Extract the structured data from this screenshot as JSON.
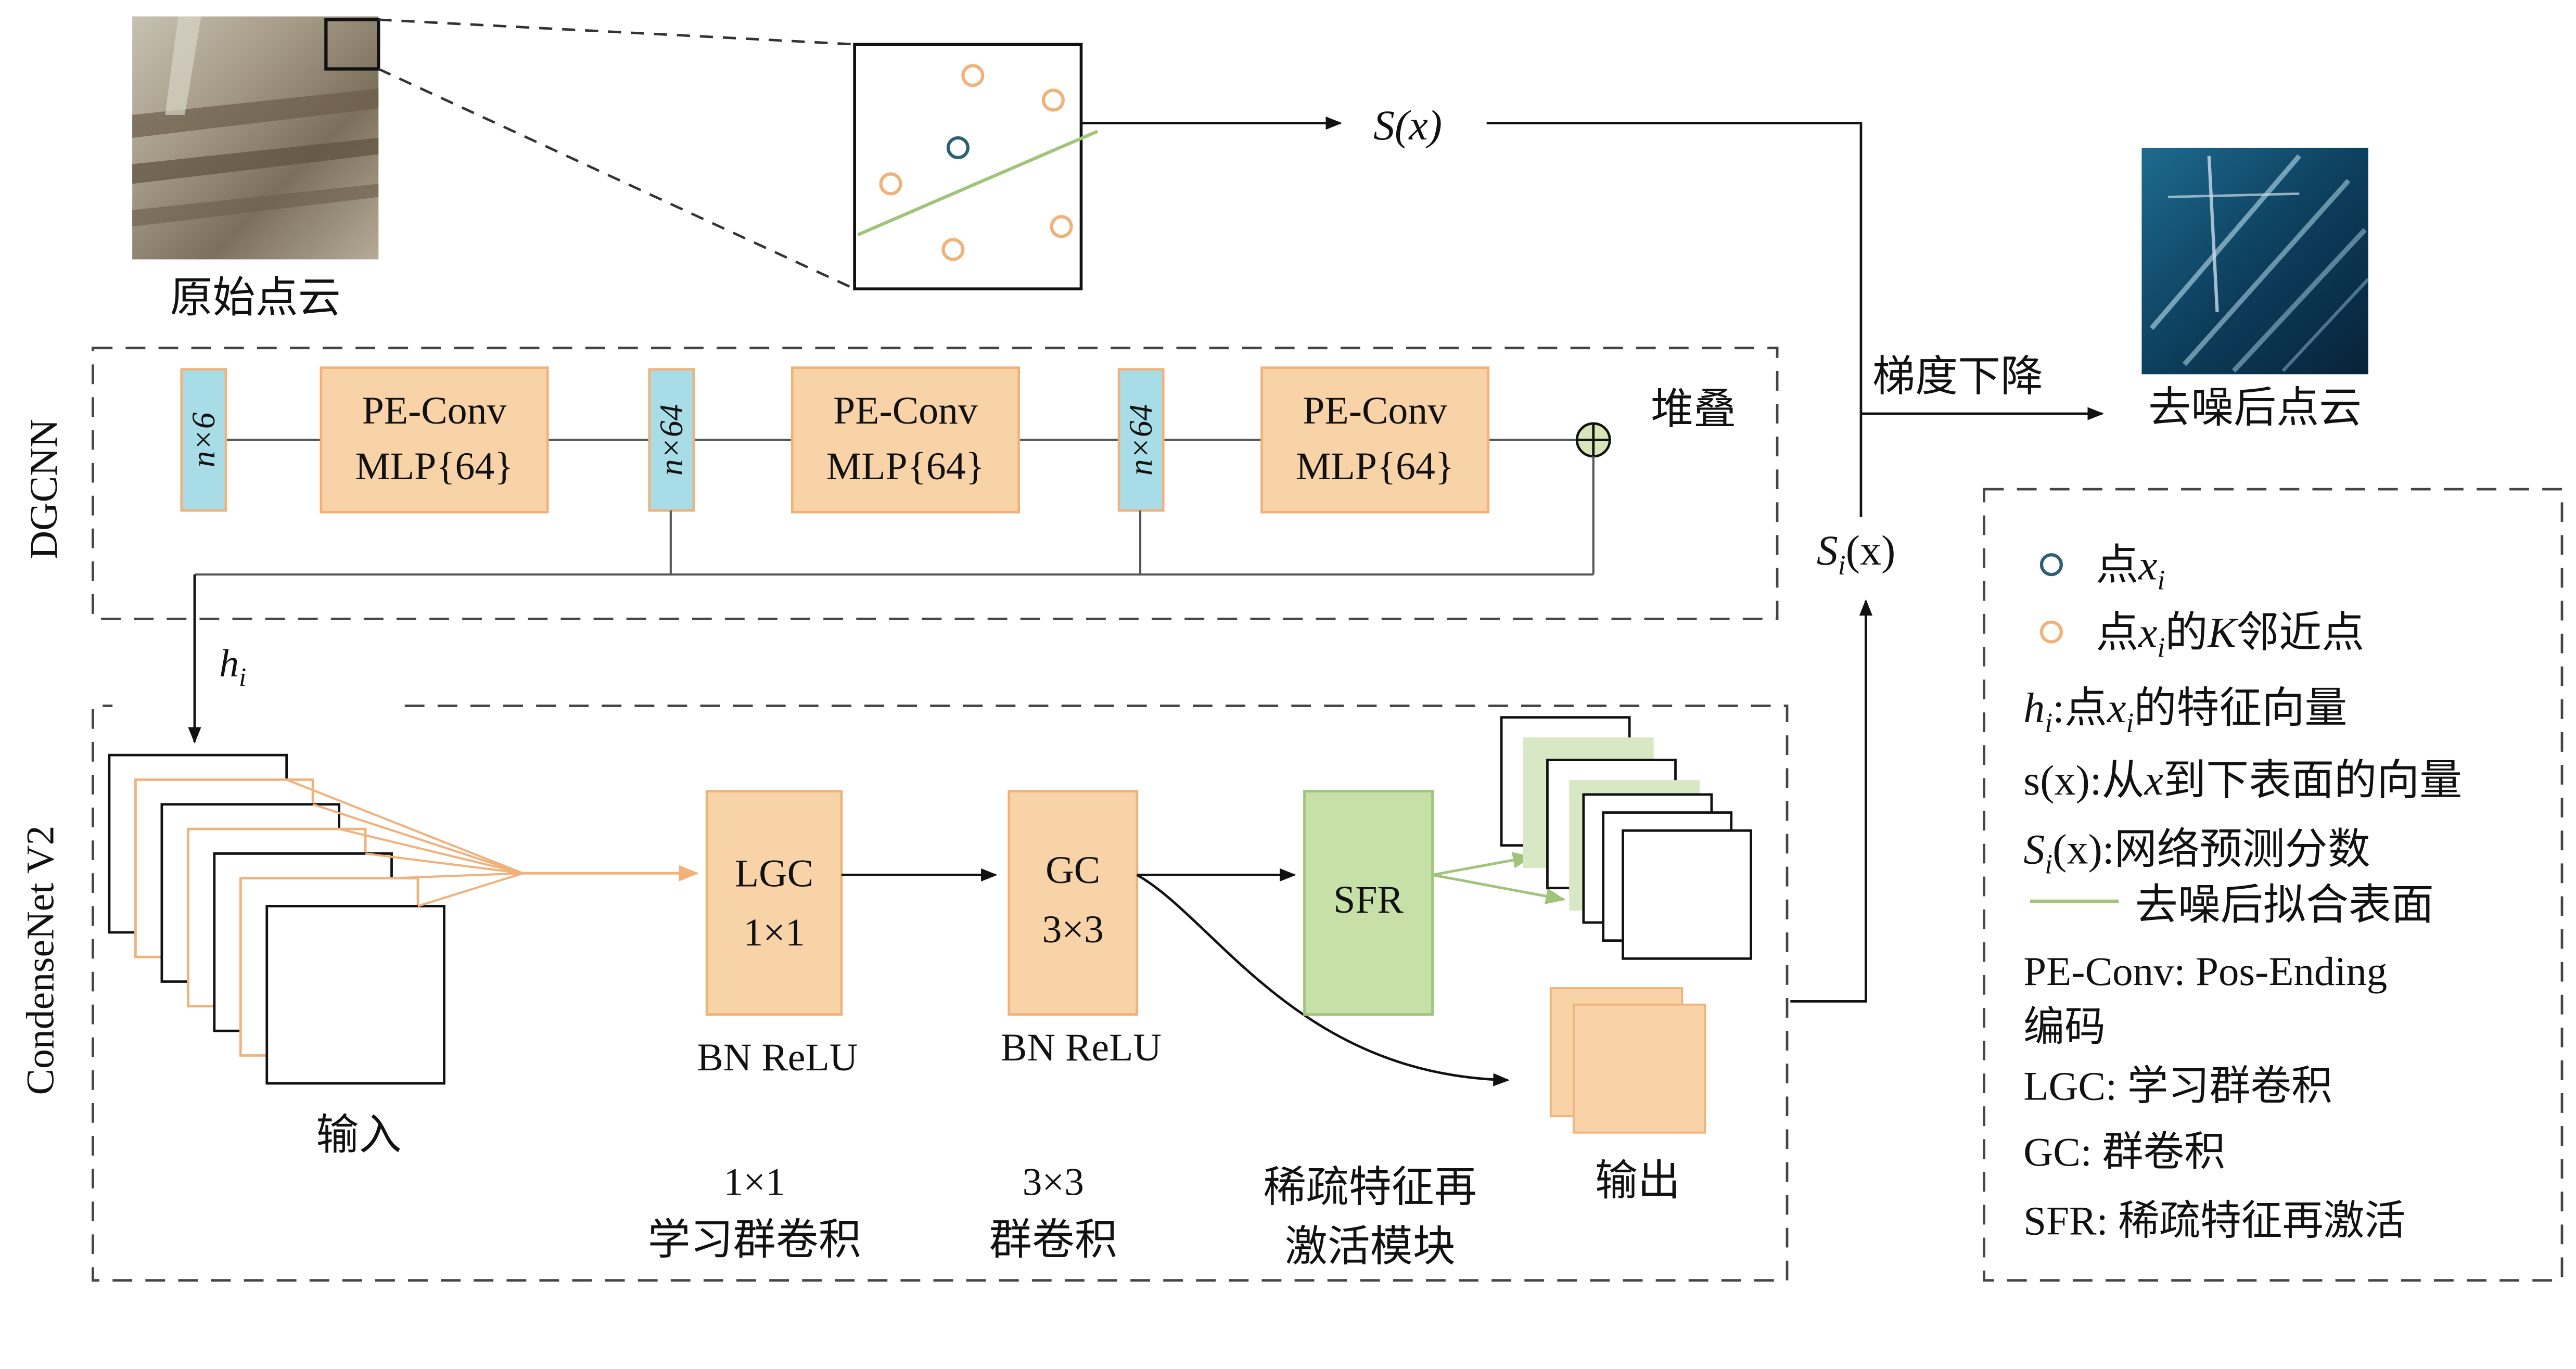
{
  "labels": {
    "original_cloud": "原始点云",
    "denoised_cloud": "去噪后点云",
    "gradient_descent": "梯度下降",
    "stack": "堆叠",
    "dgcnn": "DGCNN",
    "condensenet": "CondenseNet V2",
    "input": "输入",
    "output": "输出",
    "hi": "h",
    "hi_sub": "i",
    "sx": "S(x)",
    "six": "S",
    "six_sub": "i",
    "six_tail": "(x)"
  },
  "dgcnn_blocks": {
    "n6": "n×6",
    "n64": "n×64",
    "pe_conv": "PE-Conv",
    "mlp": "MLP{64}"
  },
  "condense_blocks": {
    "lgc": "LGC",
    "lgc_size": "1×1",
    "gc": "GC",
    "gc_size": "3×3",
    "sfr": "SFR",
    "bn_relu": "BN ReLU",
    "cap_lgc_1": "1×1",
    "cap_lgc_2": "学习群卷积",
    "cap_gc_1": "3×3",
    "cap_gc_2": "群卷积",
    "cap_sfr_1": "稀疏特征再",
    "cap_sfr_2": "激活模块"
  },
  "legend": {
    "point": "点",
    "point_var": "x",
    "point_sub": "i",
    "knn_a": "点",
    "knn_var": "x",
    "knn_sub": "i",
    "knn_b": "的",
    "knn_k": "K",
    "knn_c": "邻近点",
    "h_var": "h",
    "h_sub": "i",
    "h_a": ":点",
    "h_x": "x",
    "h_xsub": "i",
    "h_b": "的特征向量",
    "s_text": "s(x):从",
    "s_x": "x",
    "s_b": "到下表面的向量",
    "si_var": "S",
    "si_sub": "i",
    "si_text": "(x):网络预测分数",
    "fit": "去噪后拟合表面",
    "pe_1": "PE-Conv: Pos-Ending",
    "pe_2": "编码",
    "lgc": "LGC: 学习群卷积",
    "gc": "GC: 群卷积",
    "sfr": "SFR: 稀疏特征再激活"
  },
  "colors": {
    "orange_fill": "#f9d3a8",
    "orange_stroke": "#f0b27a",
    "cyan_fill": "#a8dde8",
    "green_fill": "#c6e0a8",
    "green_line": "#9fc47a",
    "dark_point": "#2f5f73"
  }
}
